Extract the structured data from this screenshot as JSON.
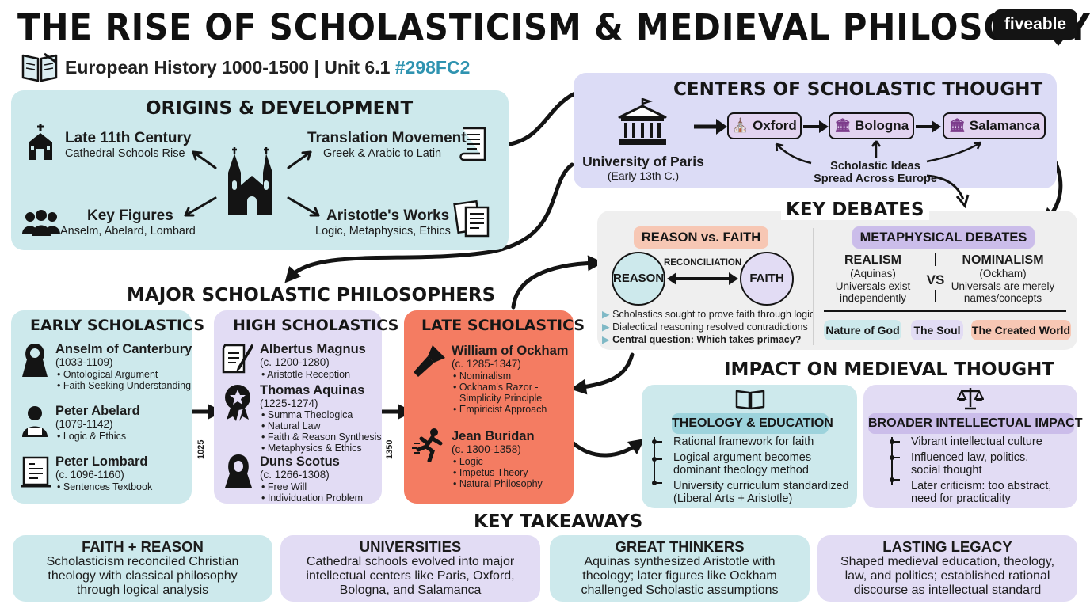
{
  "header": {
    "title": "THE RISE OF SCHOLASTICISM & MEDIEVAL PHILOSOPHY",
    "subtitle": "European History 1000-1500 | Unit 6.1",
    "subtitle_code": "#298FC2",
    "logo": "fiveable"
  },
  "origins": {
    "title": "ORIGINS & DEVELOPMENT",
    "items": [
      {
        "title": "Late 11th Century",
        "desc": "Cathedral Schools Rise"
      },
      {
        "title": "Translation Movement",
        "desc": "Greek & Arabic to Latin"
      },
      {
        "title": "Key Figures",
        "desc": "Anselm, Abelard, Lombard"
      },
      {
        "title": "Aristotle's Works",
        "desc": "Logic, Metaphysics, Ethics"
      }
    ]
  },
  "centers": {
    "title": "CENTERS OF SCHOLASTIC THOUGHT",
    "origin_name": "University of Paris",
    "origin_date": "(Early 13th C.)",
    "cities": [
      "Oxford",
      "Bologna",
      "Salamanca"
    ],
    "spread_line1": "Scholastic Ideas",
    "spread_line2": "Spread Across Europe"
  },
  "debates": {
    "title": "KEY DEBATES",
    "reason_faith": {
      "title": "REASON vs. FAITH",
      "left": "REASON",
      "right": "FAITH",
      "link": "RECONCILIATION",
      "points": [
        "Scholastics sought to prove faith through logic",
        "Dialectical reasoning resolved contradictions",
        "Central question: Which takes primacy?"
      ]
    },
    "metaphysical": {
      "title": "METAPHYSICAL DEBATES",
      "realism": {
        "name": "REALISM",
        "who": "(Aquinas)",
        "desc1": "Universals exist",
        "desc2": "independently"
      },
      "vs": "VS",
      "nominalism": {
        "name": "NOMINALISM",
        "who": "(Ockham)",
        "desc1": "Universals are merely",
        "desc2": "names/concepts"
      },
      "tags": [
        "Nature of God",
        "The Soul",
        "The Created World"
      ]
    }
  },
  "philosophers": {
    "title": "MAJOR SCHOLASTIC PHILOSOPHERS",
    "early": {
      "title": "EARLY SCHOLASTICS",
      "people": [
        {
          "name": "Anselm of Canterbury",
          "dates": "(1033-1109)",
          "points": [
            "Ontological Argument",
            "Faith Seeking Understanding"
          ]
        },
        {
          "name": "Peter Abelard",
          "dates": "(1079-1142)",
          "points": [
            "Logic & Ethics"
          ]
        },
        {
          "name": "Peter Lombard",
          "dates": "(c. 1096-1160)",
          "points": [
            "Sentences Textbook"
          ]
        }
      ]
    },
    "high": {
      "title": "HIGH SCHOLASTICS",
      "people": [
        {
          "name": "Albertus Magnus",
          "dates": "(c. 1200-1280)",
          "points": [
            "Aristotle Reception"
          ]
        },
        {
          "name": "Thomas Aquinas",
          "dates": "(1225-1274)",
          "points": [
            "Summa Theologica",
            "Natural Law",
            "Faith & Reason Synthesis",
            "Metaphysics & Ethics"
          ]
        },
        {
          "name": "Duns Scotus",
          "dates": "(c. 1266-1308)",
          "points": [
            "Free Will",
            "Individuation Problem"
          ]
        }
      ]
    },
    "late": {
      "title": "LATE SCHOLASTICS",
      "people": [
        {
          "name": "William of Ockham",
          "dates": "(c. 1285-1347)",
          "points": [
            "Nominalism",
            "Ockham's Razor -",
            "Simplicity Principle",
            "Empiricist Approach"
          ]
        },
        {
          "name": "Jean Buridan",
          "dates": "(c. 1300-1358)",
          "points": [
            "Logic",
            "Impetus Theory",
            "Natural Philosophy"
          ]
        }
      ]
    },
    "year1": "1025",
    "year2": "1350"
  },
  "impact": {
    "title": "IMPACT ON MEDIEVAL THOUGHT",
    "theology": {
      "title": "THEOLOGY & EDUCATION",
      "points": [
        [
          "Rational framework for faith"
        ],
        [
          "Logical argument becomes",
          "dominant theology method"
        ],
        [
          "University curriculum standardized",
          "(Liberal Arts + Aristotle)"
        ]
      ]
    },
    "broader": {
      "title": "BROADER INTELLECTUAL IMPACT",
      "points": [
        [
          "Vibrant intellectual culture"
        ],
        [
          "Influenced law, politics,",
          "social thought"
        ],
        [
          "Later criticism: too abstract,",
          "need for practicality"
        ]
      ]
    }
  },
  "takeaways": {
    "title": "KEY TAKEAWAYS",
    "cards": [
      {
        "title": "FAITH + REASON",
        "lines": [
          "Scholasticism reconciled Christian",
          "theology with classical philosophy",
          "through logical analysis"
        ]
      },
      {
        "title": "UNIVERSITIES",
        "lines": [
          "Cathedral schools evolved into major",
          "intellectual centers like Paris, Oxford,",
          "Bologna, and Salamanca"
        ]
      },
      {
        "title": "GREAT THINKERS",
        "lines": [
          "Aquinas synthesized Aristotle with",
          "theology; later figures like Ockham",
          "challenged Scholastic assumptions"
        ]
      },
      {
        "title": "LASTING LEGACY",
        "lines": [
          "Shaped medieval education, theology,",
          "law, and politics; established rational",
          "discourse as intellectual standard"
        ]
      }
    ]
  },
  "colors": {
    "teal": "#cde9ec",
    "lavender": "#e2dcf4",
    "coral": "#f47c62",
    "accent": "#2f93b0"
  }
}
